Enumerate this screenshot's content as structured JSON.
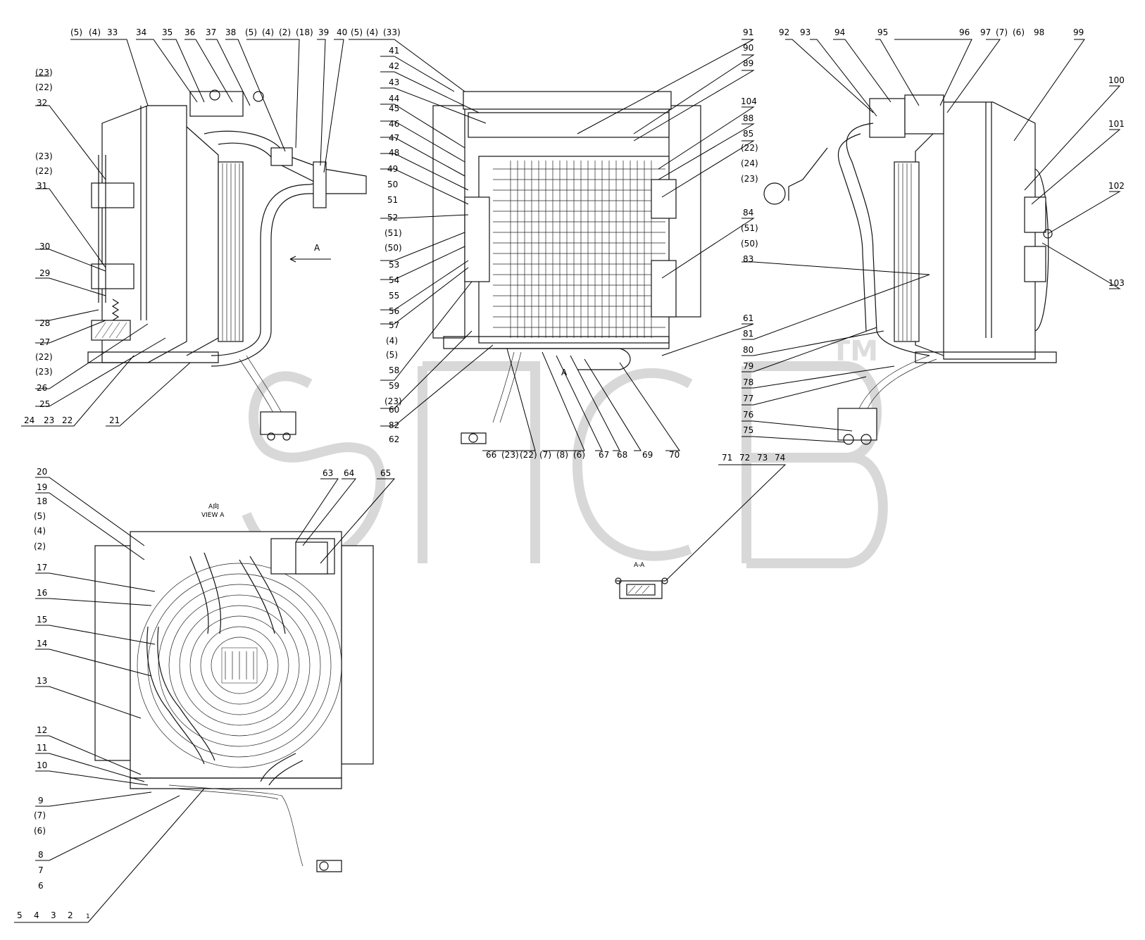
{
  "watermark": {
    "text": "ᘓПСБ",
    "tm": "TM"
  },
  "view_labels": {
    "arrow_a": "A",
    "arrow_a2": "A",
    "view_a_ru": "A向",
    "view_a_en": "VIEW A",
    "section": "A-A"
  },
  "callouts": {
    "left_top": [
      "(5)",
      "(4)",
      "33",
      "34",
      "35",
      "36",
      "37",
      "38",
      "(5)",
      "(4)",
      "(2)",
      "(18)",
      "39",
      "40",
      "(5)",
      "(4)",
      "(33)"
    ],
    "left_side": [
      "(23)",
      "(22)",
      "32",
      "(23)",
      "(22)",
      "31",
      "30",
      "29",
      "28",
      "27",
      "(22)",
      "(23)",
      "26",
      "25",
      "24",
      "23",
      "22",
      "21"
    ],
    "mid_left": [
      "41",
      "42",
      "43",
      "44",
      "45",
      "46",
      "47",
      "48",
      "49",
      "50",
      "51",
      "52",
      "(51)",
      "(50)",
      "53",
      "54",
      "55",
      "56",
      "57",
      "(4)",
      "(5)",
      "58",
      "59",
      "(23)",
      "60",
      "82",
      "62"
    ],
    "mid_bottom": [
      "66",
      "(23)",
      "(22)",
      "(7)",
      "(8)",
      "(6)",
      "67",
      "68",
      "69",
      "70"
    ],
    "mid_right": [
      "91",
      "90",
      "89",
      "104",
      "88",
      "85",
      "(22)",
      "(24)",
      "(23)",
      "84",
      "(51)",
      "(50)",
      "83",
      "61",
      "81",
      "80",
      "79",
      "78",
      "77",
      "76",
      "75"
    ],
    "right_top": [
      "92",
      "93",
      "94",
      "95",
      "96",
      "97",
      "(7)",
      "(6)",
      "98",
      "99",
      "100",
      "101",
      "102",
      "103"
    ],
    "section_labels": [
      "71",
      "72",
      "73",
      "74"
    ],
    "lower_left": [
      "20",
      "19",
      "18",
      "(5)",
      "(4)",
      "(2)",
      "17",
      "16",
      "15",
      "14",
      "13",
      "12",
      "11",
      "10",
      "9",
      "(7)",
      "(6)",
      "8",
      "7",
      "6",
      "5",
      "4",
      "3",
      "2",
      "1"
    ],
    "lower_mid": [
      "63",
      "64",
      "65"
    ]
  }
}
